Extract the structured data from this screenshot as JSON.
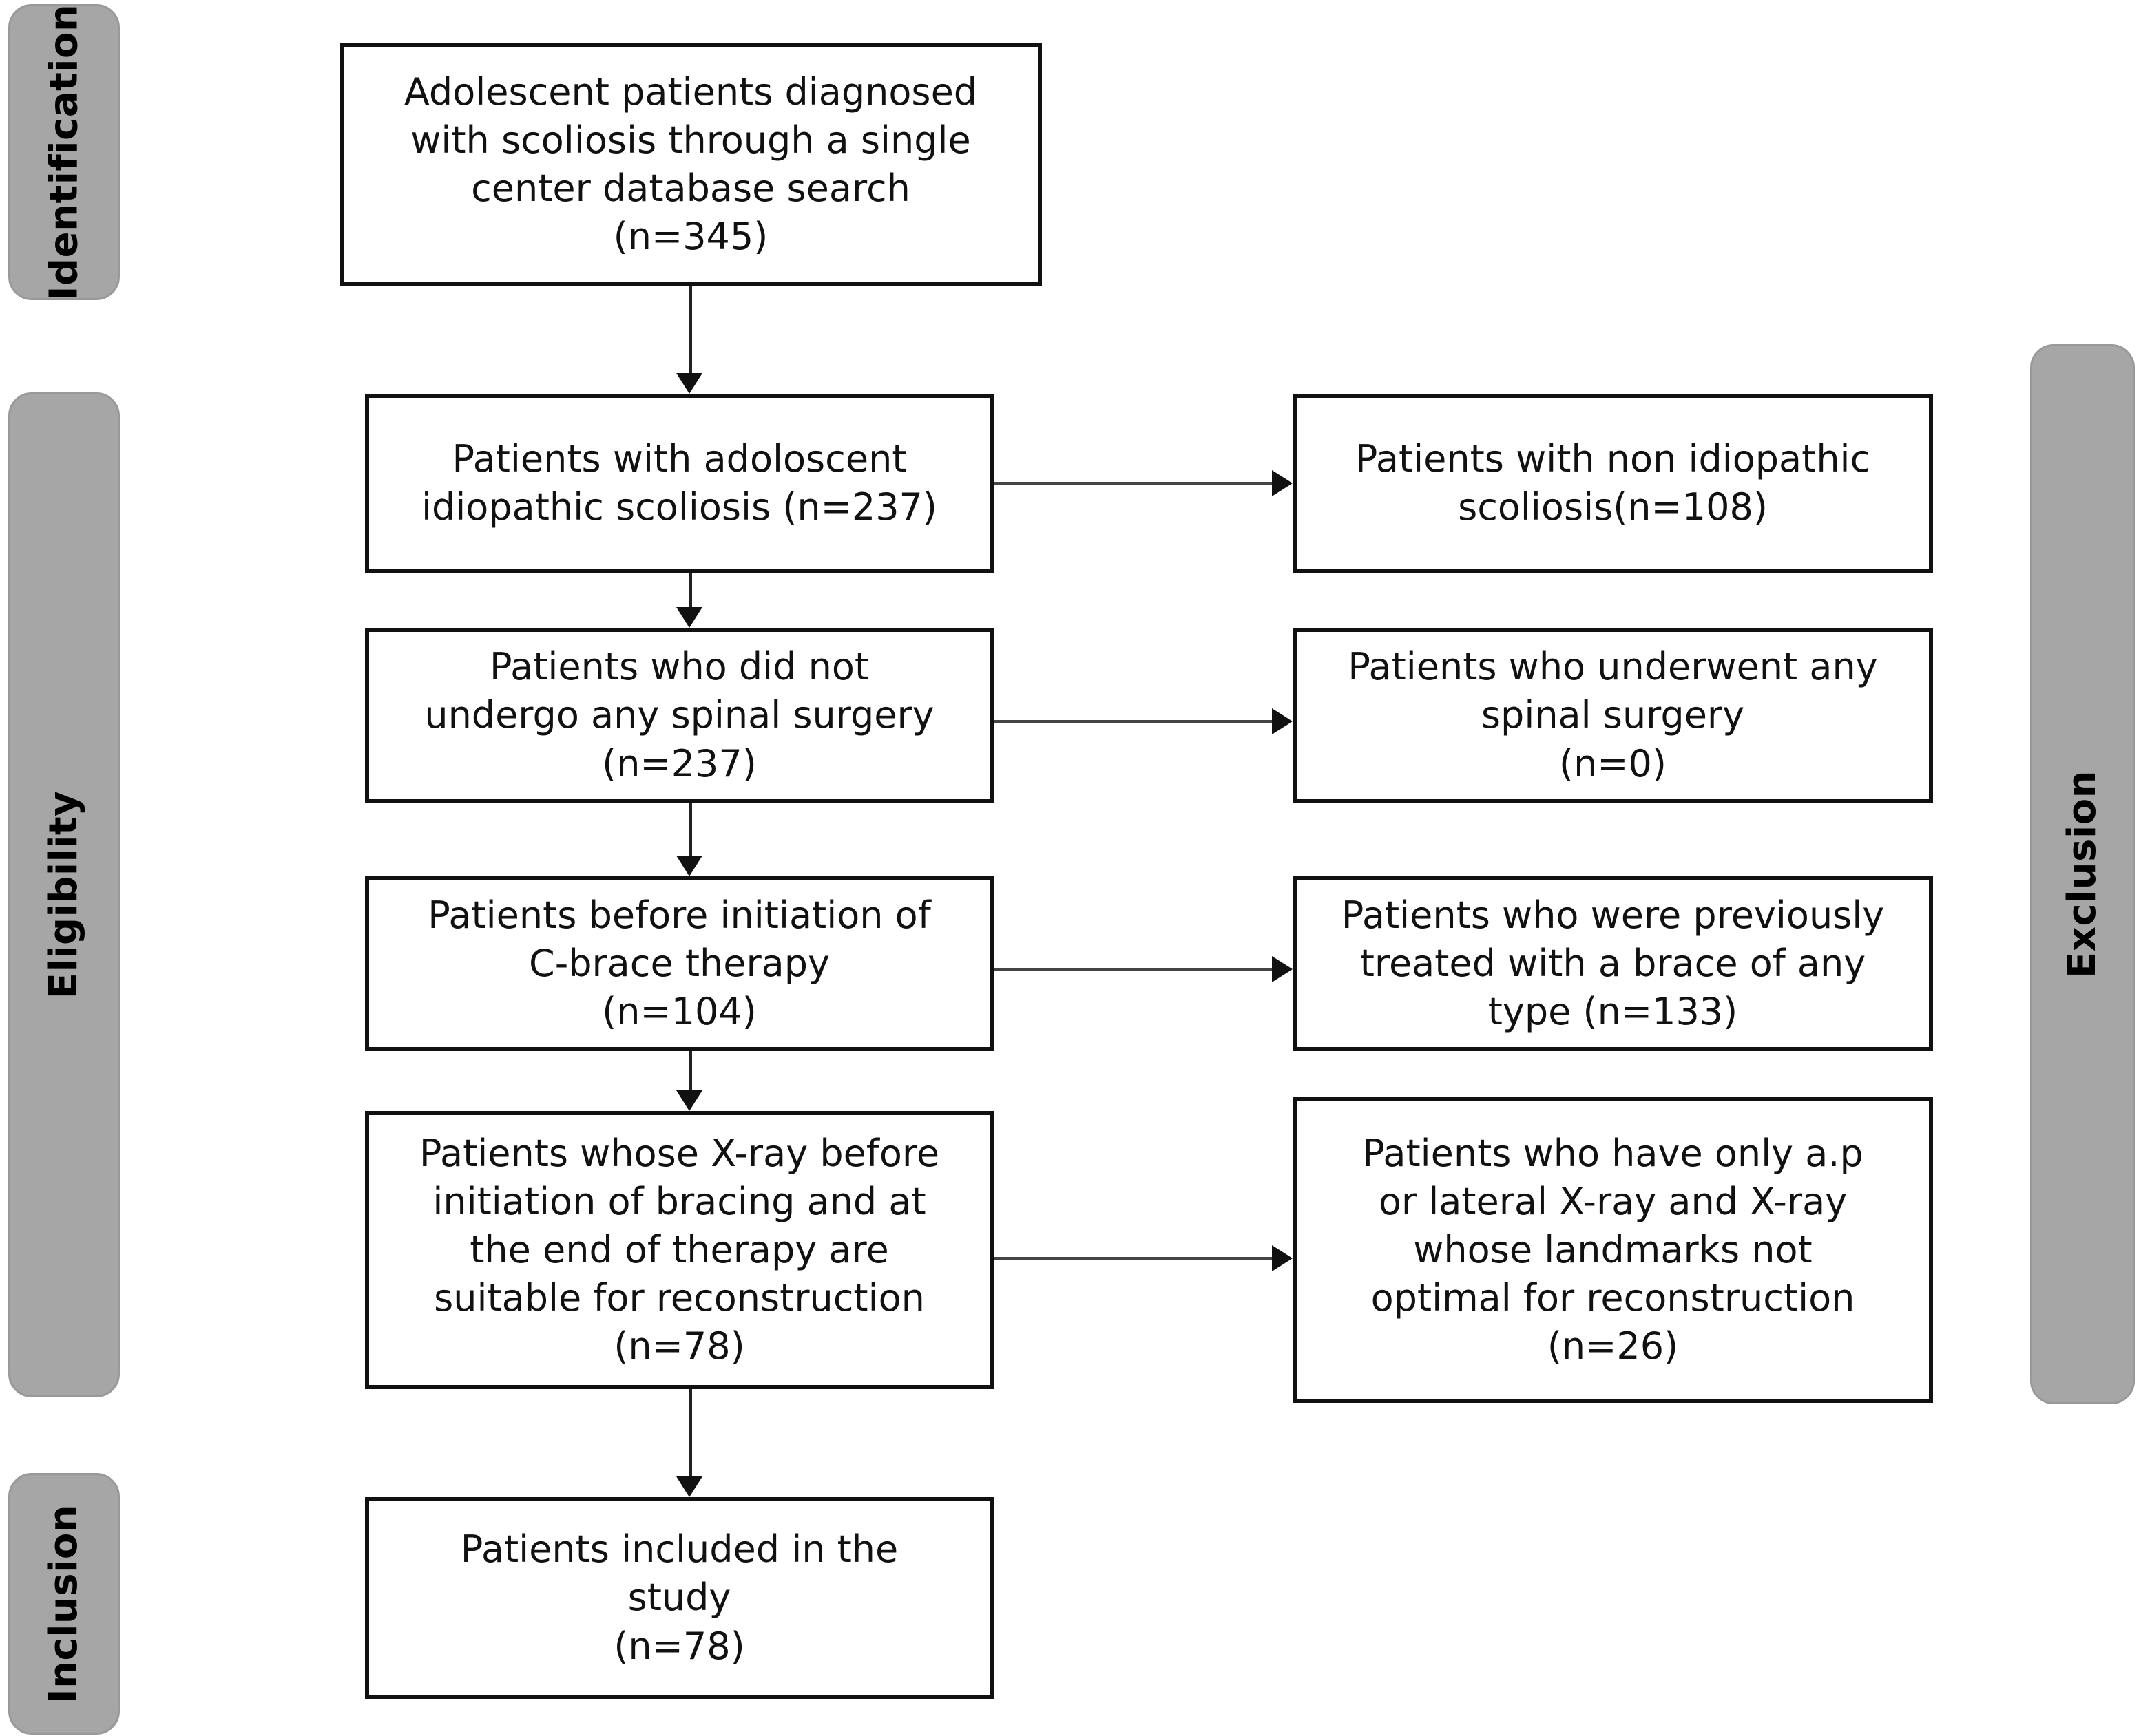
{
  "diagram": {
    "title": "PRISMA-style patient selection flow diagram",
    "type": "flowchart",
    "accent_gray": "#a6a6a6",
    "line_color": "#111111",
    "phases": [
      {
        "id": "identification",
        "label": "Identification",
        "side": "left"
      },
      {
        "id": "eligibility",
        "label": "Eligibility",
        "side": "left"
      },
      {
        "id": "inclusion",
        "label": "Inclusion",
        "side": "left"
      },
      {
        "id": "exclusion",
        "label": "Exclusion",
        "side": "right"
      }
    ],
    "included_boxes": [
      {
        "id": "identified",
        "text": "Adolescent patients diagnosed\nwith scoliosis through a single\ncenter database search\n(n=345)",
        "n": 345
      },
      {
        "id": "ais",
        "text": "Patients with adoloscent\nidiopathic scoliosis (n=237)",
        "n": 237
      },
      {
        "id": "no-surgery",
        "text": "Patients who did not\nundergo any spinal surgery\n(n=237)",
        "n": 237
      },
      {
        "id": "pre-cbrace",
        "text": "Patients before  initiation of\nC-brace therapy\n(n=104)",
        "n": 104
      },
      {
        "id": "xray-suitable",
        "text": "Patients whose X-ray before\ninitiation of bracing and at\nthe end of therapy are\nsuitable for reconstruction\n(n=78)",
        "n": 78
      },
      {
        "id": "included",
        "text": "Patients included in the\nstudy\n(n=78)",
        "n": 78
      }
    ],
    "excluded_boxes": [
      {
        "id": "non-idiopathic",
        "text": "Patients with non idiopathic\nscoliosis(n=108)",
        "n": 108
      },
      {
        "id": "had-surgery",
        "text": "Patients who underwent any\nspinal surgery\n(n=0)",
        "n": 0
      },
      {
        "id": "prior-brace",
        "text": "Patients who were previously\ntreated with a brace of any\ntype (n=133)",
        "n": 133
      },
      {
        "id": "bad-xray",
        "text": "Patients who have only a.p\nor lateral X-ray and X-ray\nwhose landmarks not\noptimal for reconstruction\n(n=26)",
        "n": 26
      }
    ]
  }
}
